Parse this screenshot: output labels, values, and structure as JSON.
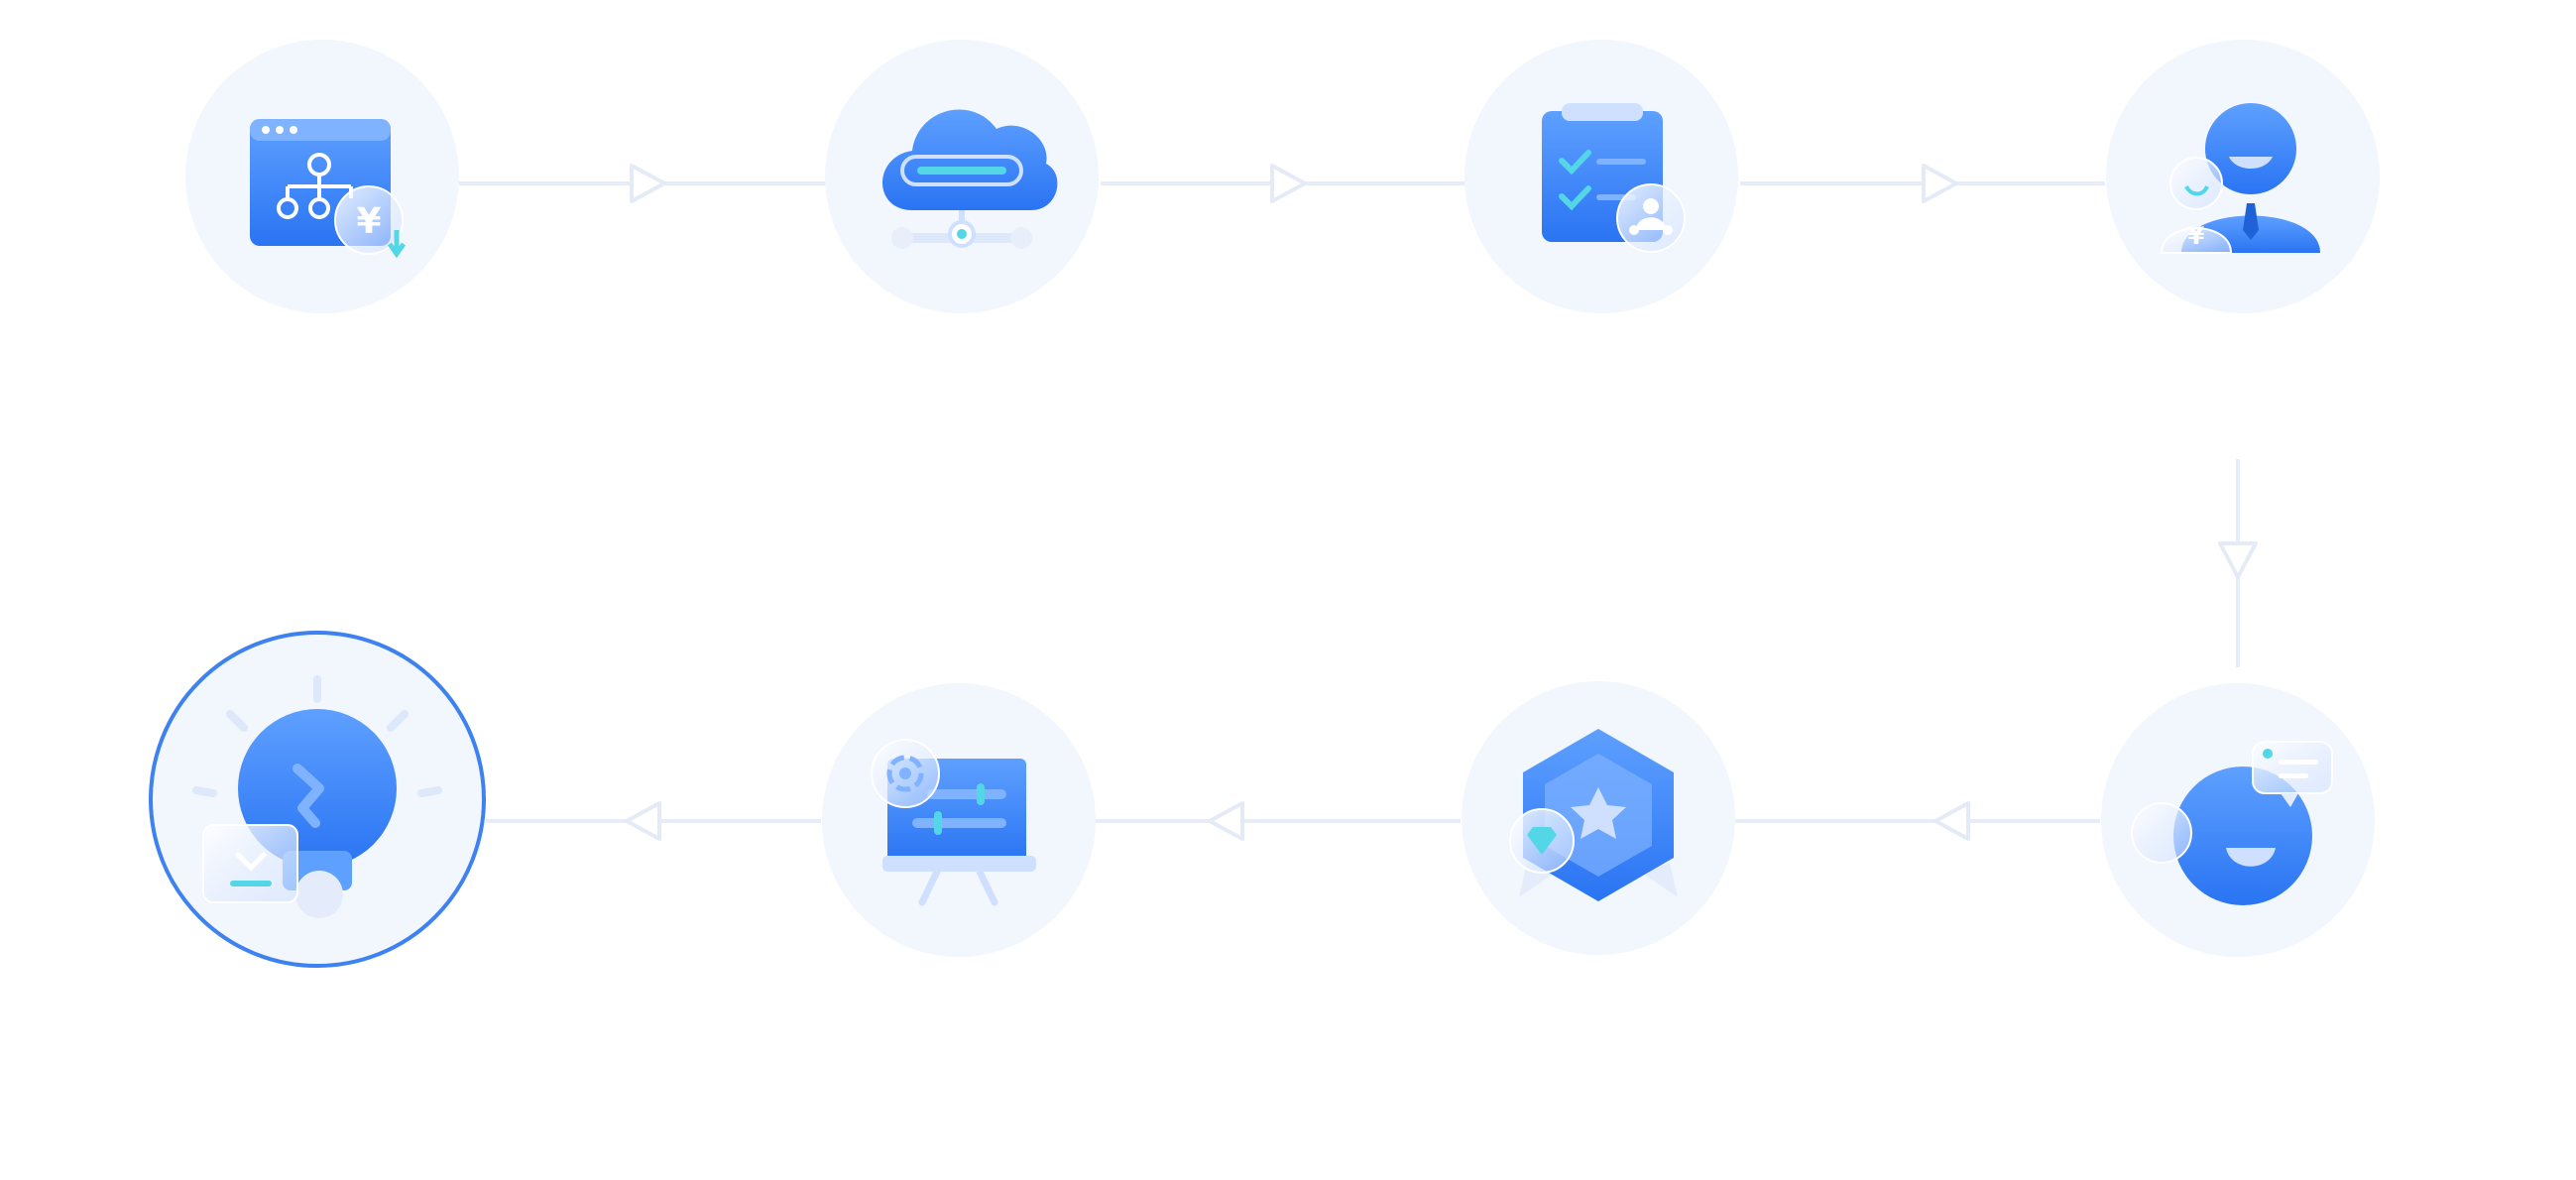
{
  "colors": {
    "background": "#ffffff",
    "node_fill": "#f2f6fd",
    "connector": "#e6edf8",
    "arrow_stroke": "#e4ebf7",
    "icon_primary": "#2f7cf6",
    "icon_light": "#7fb2ff",
    "icon_accent": "#53d6e6",
    "highlight_ring": "#3d82f0"
  },
  "nodes": [
    {
      "id": 1,
      "icon": "browser-sitemap-yuan-icon",
      "highlighted": false
    },
    {
      "id": 2,
      "icon": "cloud-server-icon",
      "highlighted": false
    },
    {
      "id": 3,
      "icon": "clipboard-checklist-icon",
      "highlighted": false
    },
    {
      "id": 4,
      "icon": "businessman-client-icon",
      "highlighted": false
    },
    {
      "id": 5,
      "icon": "chat-bubble-face-icon",
      "highlighted": false
    },
    {
      "id": 6,
      "icon": "hexagon-star-badge-icon",
      "highlighted": false
    },
    {
      "id": 7,
      "icon": "presentation-board-sliders-icon",
      "highlighted": false
    },
    {
      "id": 8,
      "icon": "lightbulb-download-icon",
      "highlighted": true
    }
  ],
  "glyphs": {
    "currency": "¥"
  },
  "flow_order": [
    1,
    2,
    3,
    4,
    5,
    6,
    7,
    8
  ]
}
